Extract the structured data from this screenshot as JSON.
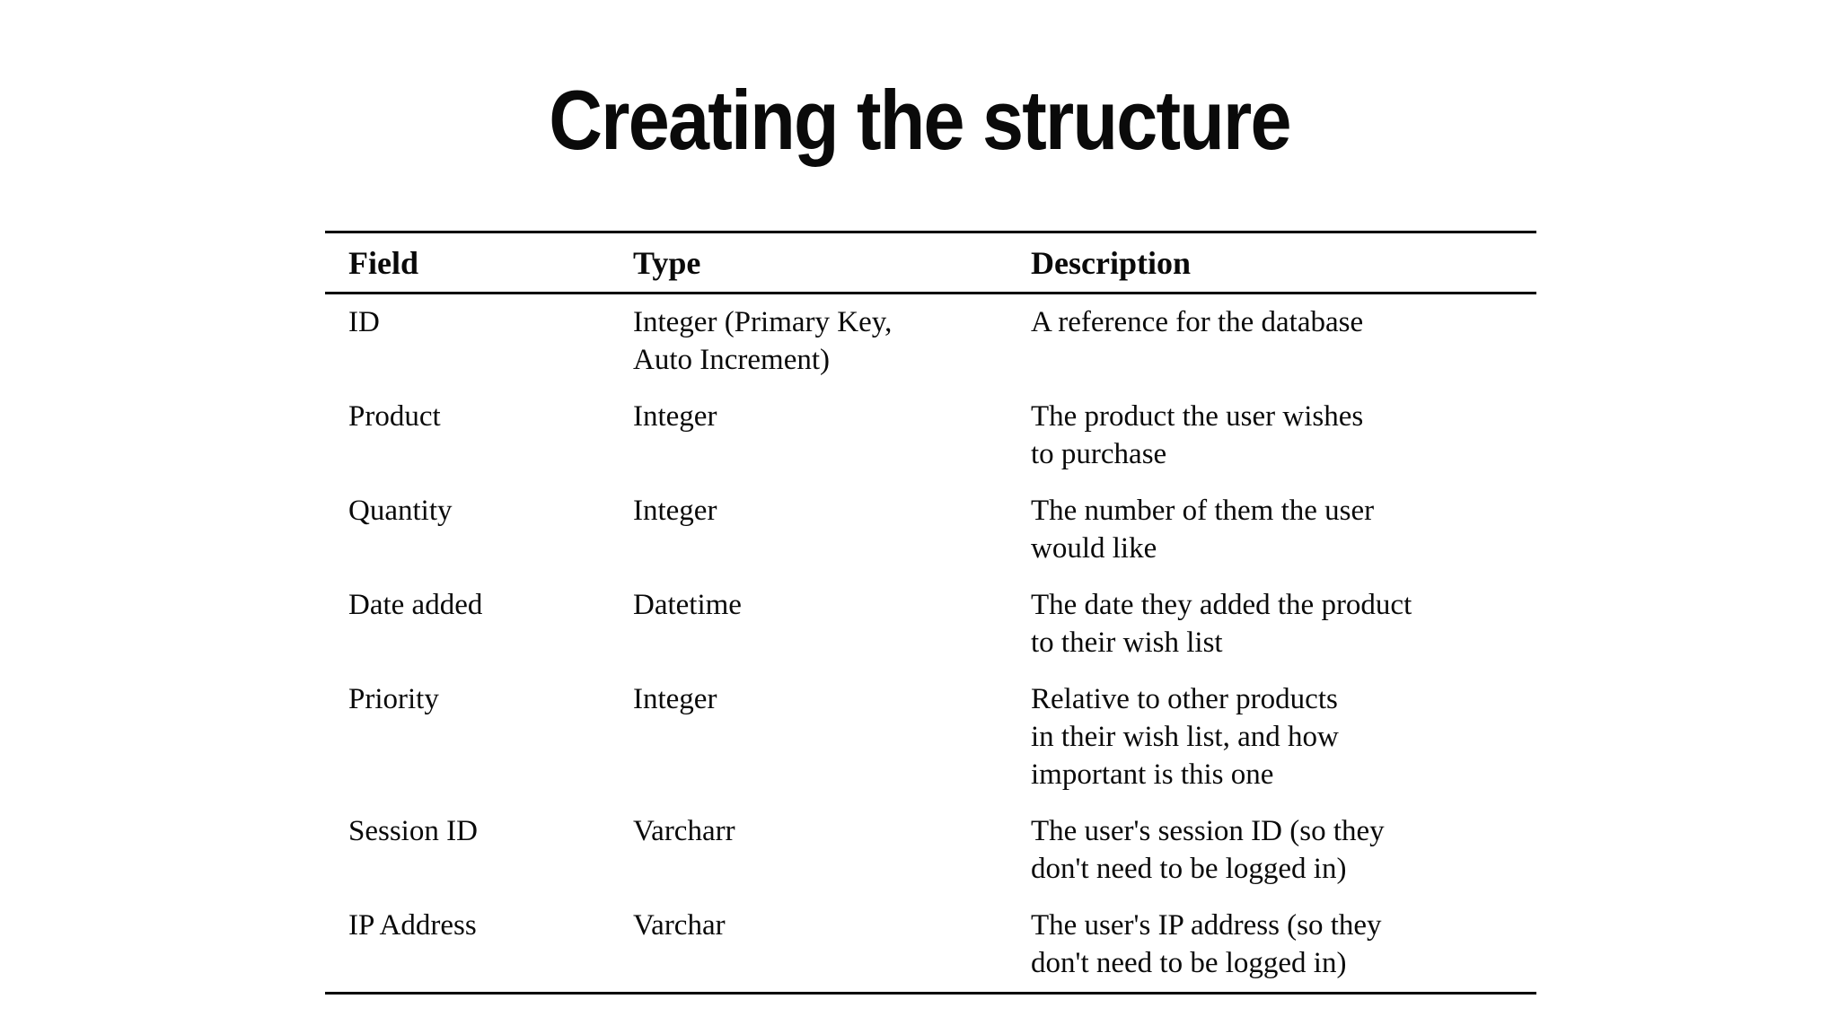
{
  "slide": {
    "title": "Creating the structure"
  },
  "table": {
    "columns": [
      "Field",
      "Type",
      "Description"
    ],
    "rows": [
      {
        "field": "ID",
        "type": "Integer (Primary Key,\nAuto Increment)",
        "description": "A reference for the database"
      },
      {
        "field": "Product",
        "type": "Integer",
        "description": "The product the user wishes\nto purchase"
      },
      {
        "field": "Quantity",
        "type": "Integer",
        "description": "The number of them the user\nwould like"
      },
      {
        "field": "Date added",
        "type": "Datetime",
        "description": "The date they added the product\nto their wish list"
      },
      {
        "field": "Priority",
        "type": "Integer",
        "description": "Relative to other products\nin their wish list, and how\nimportant is this one"
      },
      {
        "field": "Session ID",
        "type": "Varcharr",
        "description": "The user's session ID (so they\ndon't need to be logged in)"
      },
      {
        "field": "IP Address",
        "type": "Varchar",
        "description": "The user's IP address (so they\ndon't need to be logged in)"
      }
    ]
  }
}
